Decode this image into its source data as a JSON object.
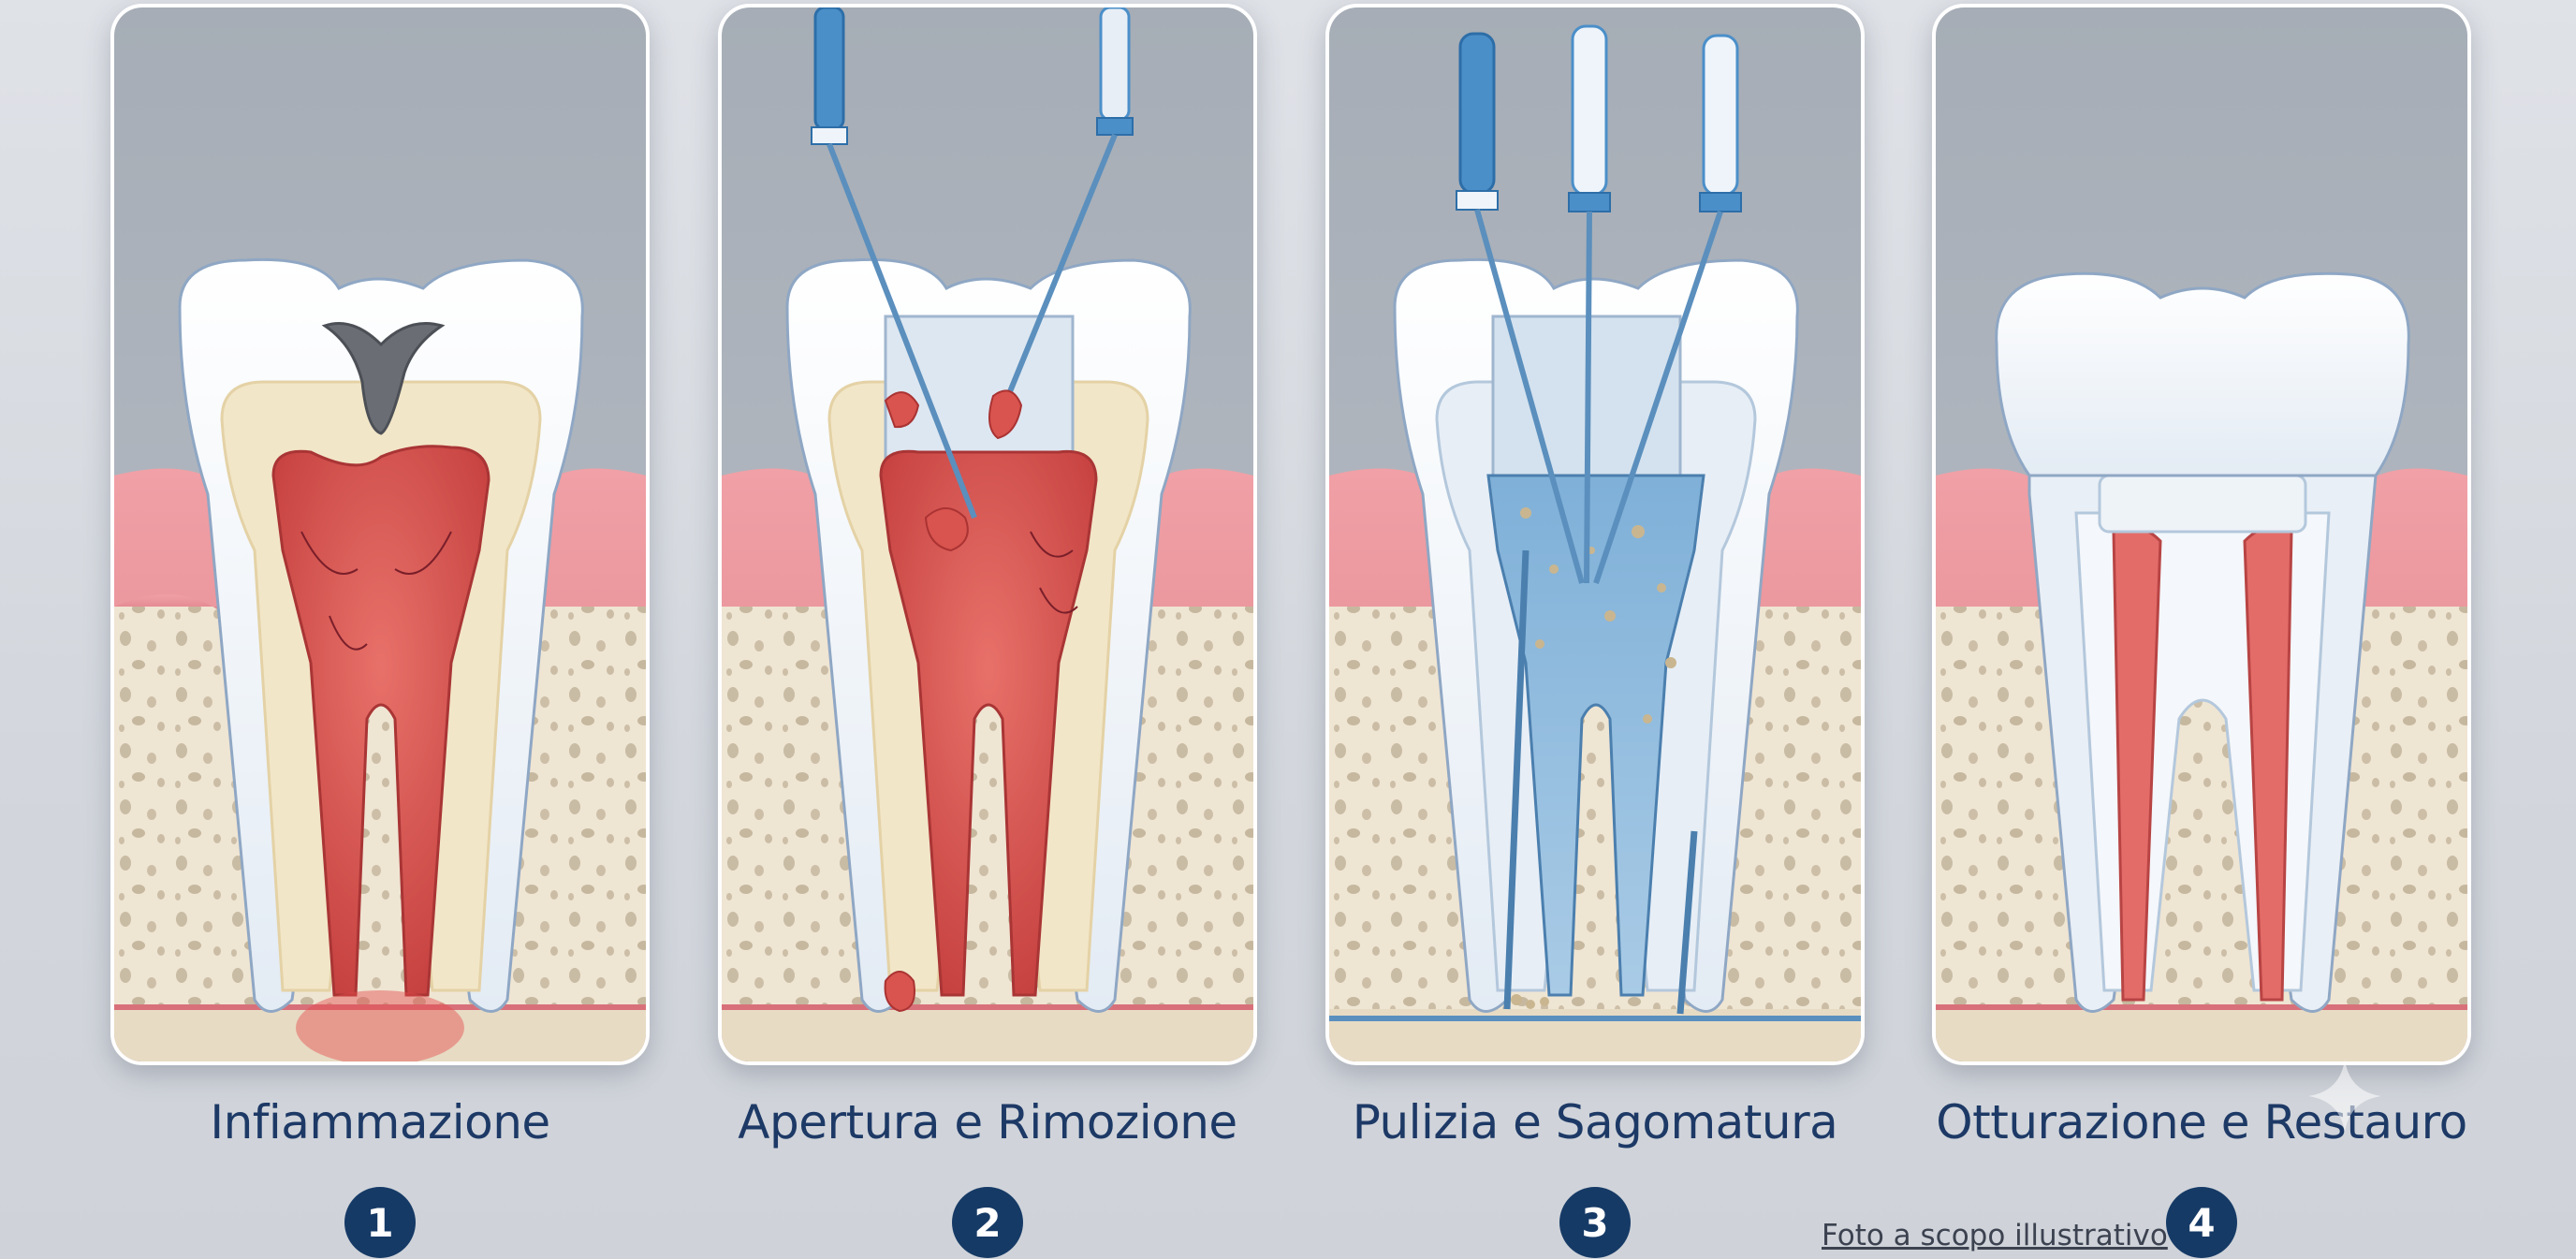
{
  "steps": [
    {
      "label": "Infiammazione",
      "number": "1",
      "icon": "inflamed-tooth"
    },
    {
      "label": "Apertura e Rimozione",
      "number": "2",
      "icon": "opening-tooth"
    },
    {
      "label": "Pulizia e Sagomatura",
      "number": "3",
      "icon": "cleaning-tooth"
    },
    {
      "label": "Otturazione e Restauro",
      "number": "4",
      "icon": "restored-tooth"
    }
  ],
  "disclaimer": "Foto a scopo illustrativo",
  "colors": {
    "panel_sky": "#a9b0b9",
    "gum": "#e58b93",
    "bone": "#efe5d3",
    "enamel": "#f4f7fb",
    "dentin": "#f4e9cc",
    "pulp": "#d9544e",
    "instrument_blue": "#4b8fc9",
    "caption_text": "#1d3966",
    "badge": "#163a66"
  }
}
